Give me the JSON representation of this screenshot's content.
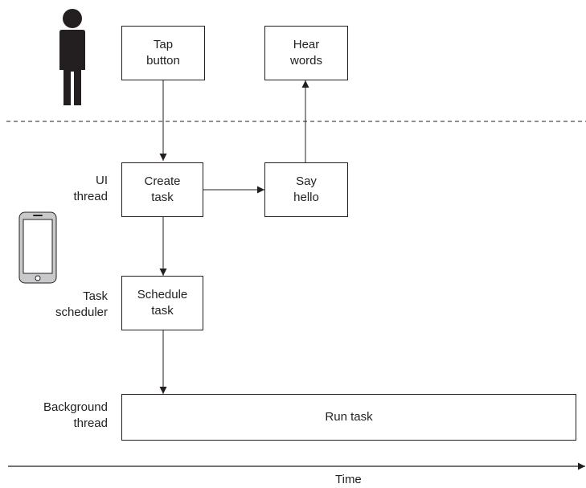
{
  "diagram": {
    "boxes": {
      "tap_button": "Tap\nbutton",
      "hear_words": "Hear\nwords",
      "create_task": "Create\ntask",
      "say_hello": "Say\nhello",
      "schedule_task": "Schedule\ntask",
      "run_task": "Run task"
    },
    "lanes": {
      "ui_thread": "UI\nthread",
      "task_scheduler": "Task\nscheduler",
      "background_thread": "Background\nthread"
    },
    "axis": {
      "time_label": "Time"
    },
    "icons": {
      "user": "person-icon",
      "device": "smartphone-icon"
    },
    "colors": {
      "stroke": "#231f20",
      "device_fill": "#c8c9ca"
    }
  }
}
